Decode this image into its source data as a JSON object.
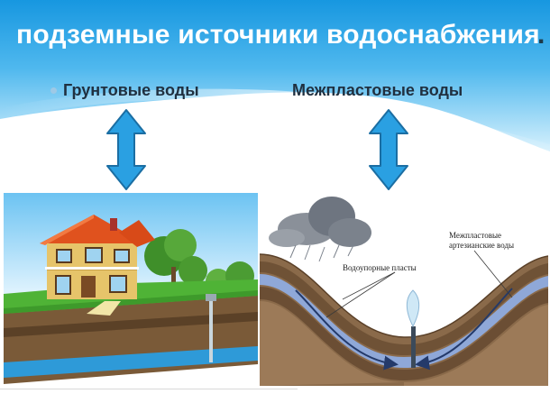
{
  "slide": {
    "title": "подземные источники водоснабжения",
    "title_end": "."
  },
  "columns": [
    {
      "heading": "Грунтовые воды",
      "icon": "double-arrow-icon"
    },
    {
      "heading": "Межпластовые воды",
      "icon": "double-arrow-icon"
    }
  ],
  "geology_figure": {
    "label_aquitard": "Водоупорные пласты",
    "label_artesian_line1": "Межпластовые",
    "label_artesian_line2": "артезианские воды"
  },
  "colors": {
    "banner_top": "#1aa3e8",
    "banner_bottom": "#cfeefc",
    "arrow_fill": "#2aa0e2",
    "arrow_stroke": "#1b6ea3"
  }
}
